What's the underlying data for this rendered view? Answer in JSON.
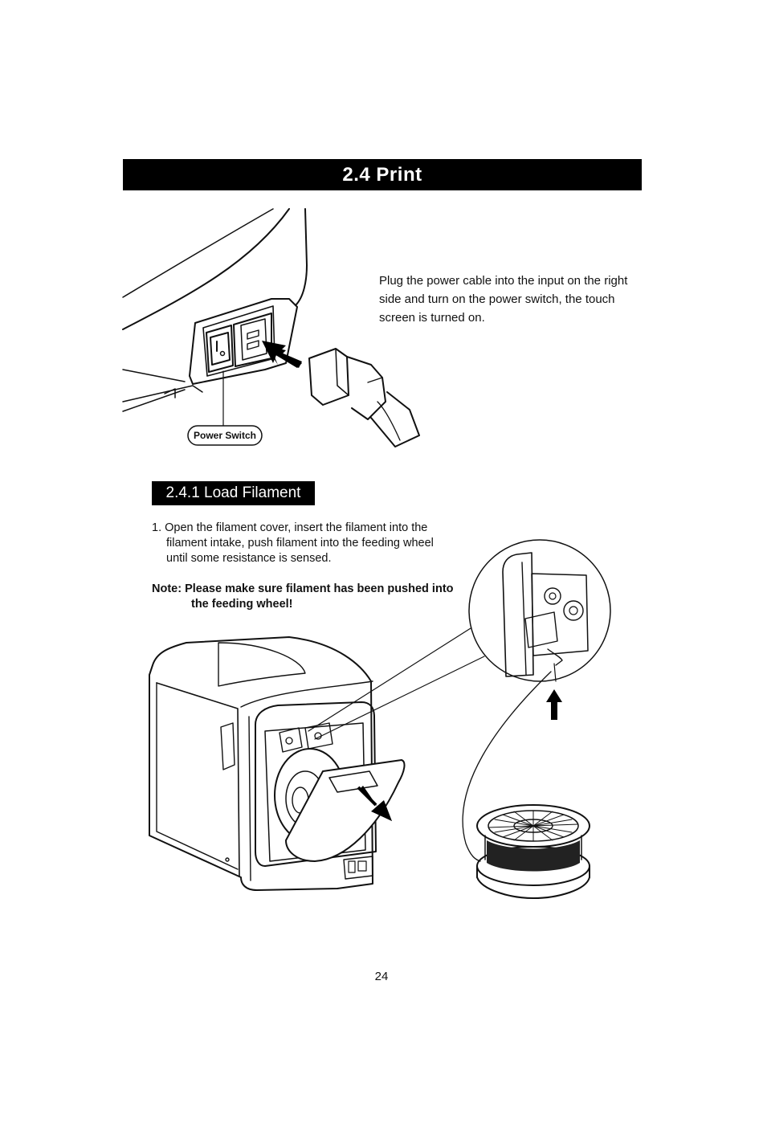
{
  "section": {
    "title": "2.4 Print"
  },
  "intro": {
    "text": "Plug the power cable into the input on the right side and turn on the power switch, the touch screen is turned on."
  },
  "figure1": {
    "callout": "Power Switch"
  },
  "subsection": {
    "title": "2.4.1  Load Filament"
  },
  "step1": {
    "line1": "1. Open the filament cover, insert the filament into the",
    "line2": "filament intake, push filament into the feeding wheel",
    "line3": "until some resistance is sensed."
  },
  "note": {
    "line1": "Note: Please make sure filament has been pushed into",
    "line2": "the feeding wheel!"
  },
  "footer": {
    "page_number": "24"
  }
}
